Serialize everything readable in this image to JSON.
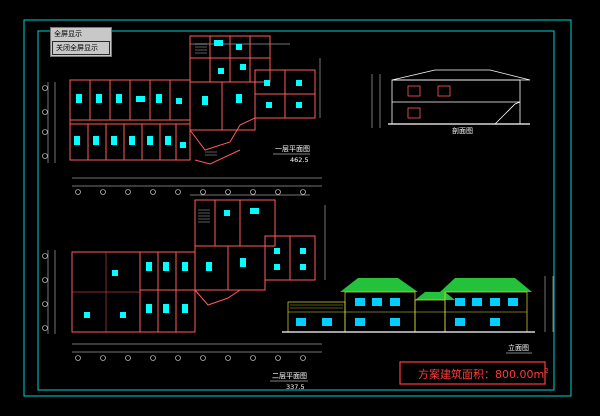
{
  "context_menu": {
    "items": [
      {
        "label": "全屏显示"
      },
      {
        "label": "关闭全屏显示"
      }
    ]
  },
  "drawing": {
    "plan1": {
      "title": "一层平面图",
      "area": "462.5"
    },
    "plan2": {
      "title": "二层平面图",
      "area": "337.5"
    },
    "section": {
      "title": "剖面图"
    },
    "elevation": {
      "title": "立面图"
    },
    "area_note": {
      "label": "方案建筑面积：",
      "value": "800.00m",
      "superscript": "2"
    },
    "colors": {
      "frame": "#00d4d4",
      "wall": "#ff5a5a",
      "furniture": "#00ffff",
      "dim": "#e8e8e8",
      "roof": "#23c23a",
      "window_band": "#e0e040",
      "note_border": "#ff3b3b"
    }
  }
}
